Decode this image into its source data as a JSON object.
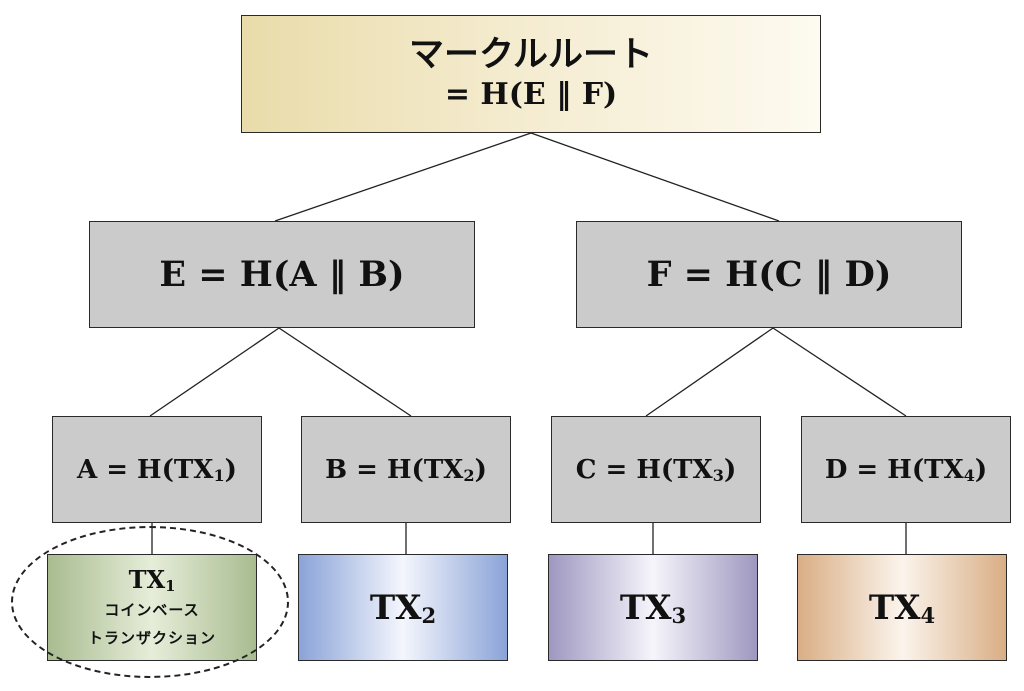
{
  "root": {
    "title": "マークルルート",
    "formula": "= H(E ‖ F)"
  },
  "level1": [
    {
      "text": "E = H(A ‖ B)"
    },
    {
      "text": "F = H(C ‖ D)"
    }
  ],
  "level2": [
    {
      "prefix": "A = H(TX",
      "sub": "1",
      "suffix": ")"
    },
    {
      "prefix": "B = H(TX",
      "sub": "2",
      "suffix": ")"
    },
    {
      "prefix": "C = H(TX",
      "sub": "3",
      "suffix": ")"
    },
    {
      "prefix": "D = H(TX",
      "sub": "4",
      "suffix": ")"
    }
  ],
  "transactions": [
    {
      "label": "TX",
      "sub": "1",
      "desc1": "コインベース",
      "desc2": "トランザクション",
      "color": "#a9bc90"
    },
    {
      "label": "TX",
      "sub": "2",
      "color": "#8aa3d8"
    },
    {
      "label": "TX",
      "sub": "3",
      "color": "#9e98c0"
    },
    {
      "label": "TX",
      "sub": "4",
      "color": "#d9ae85"
    }
  ]
}
